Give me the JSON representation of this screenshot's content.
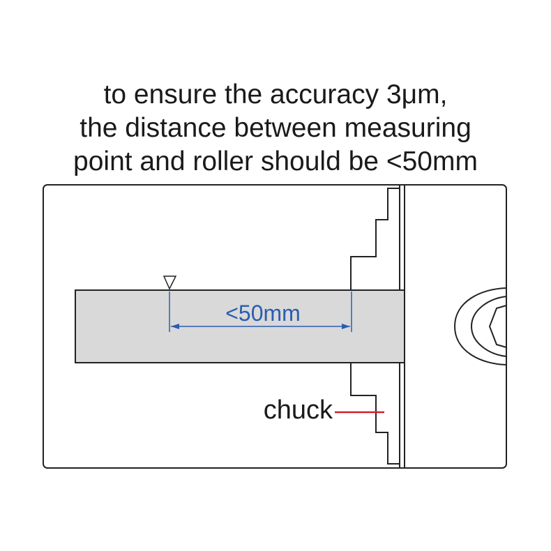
{
  "caption": {
    "line1": "to ensure the accuracy 3μm,",
    "line2": "the distance between measuring",
    "line3": "point and roller should be <50mm"
  },
  "dimension": {
    "label": "<50mm",
    "color": "#2a5db0"
  },
  "chuck": {
    "label": "chuck",
    "leader_color": "#d0202a"
  },
  "workpiece": {
    "fill": "#d9d9d9"
  },
  "icons": {
    "measuring_point": "triangle-marker-icon",
    "roller_end": "hex-roller-icon"
  }
}
